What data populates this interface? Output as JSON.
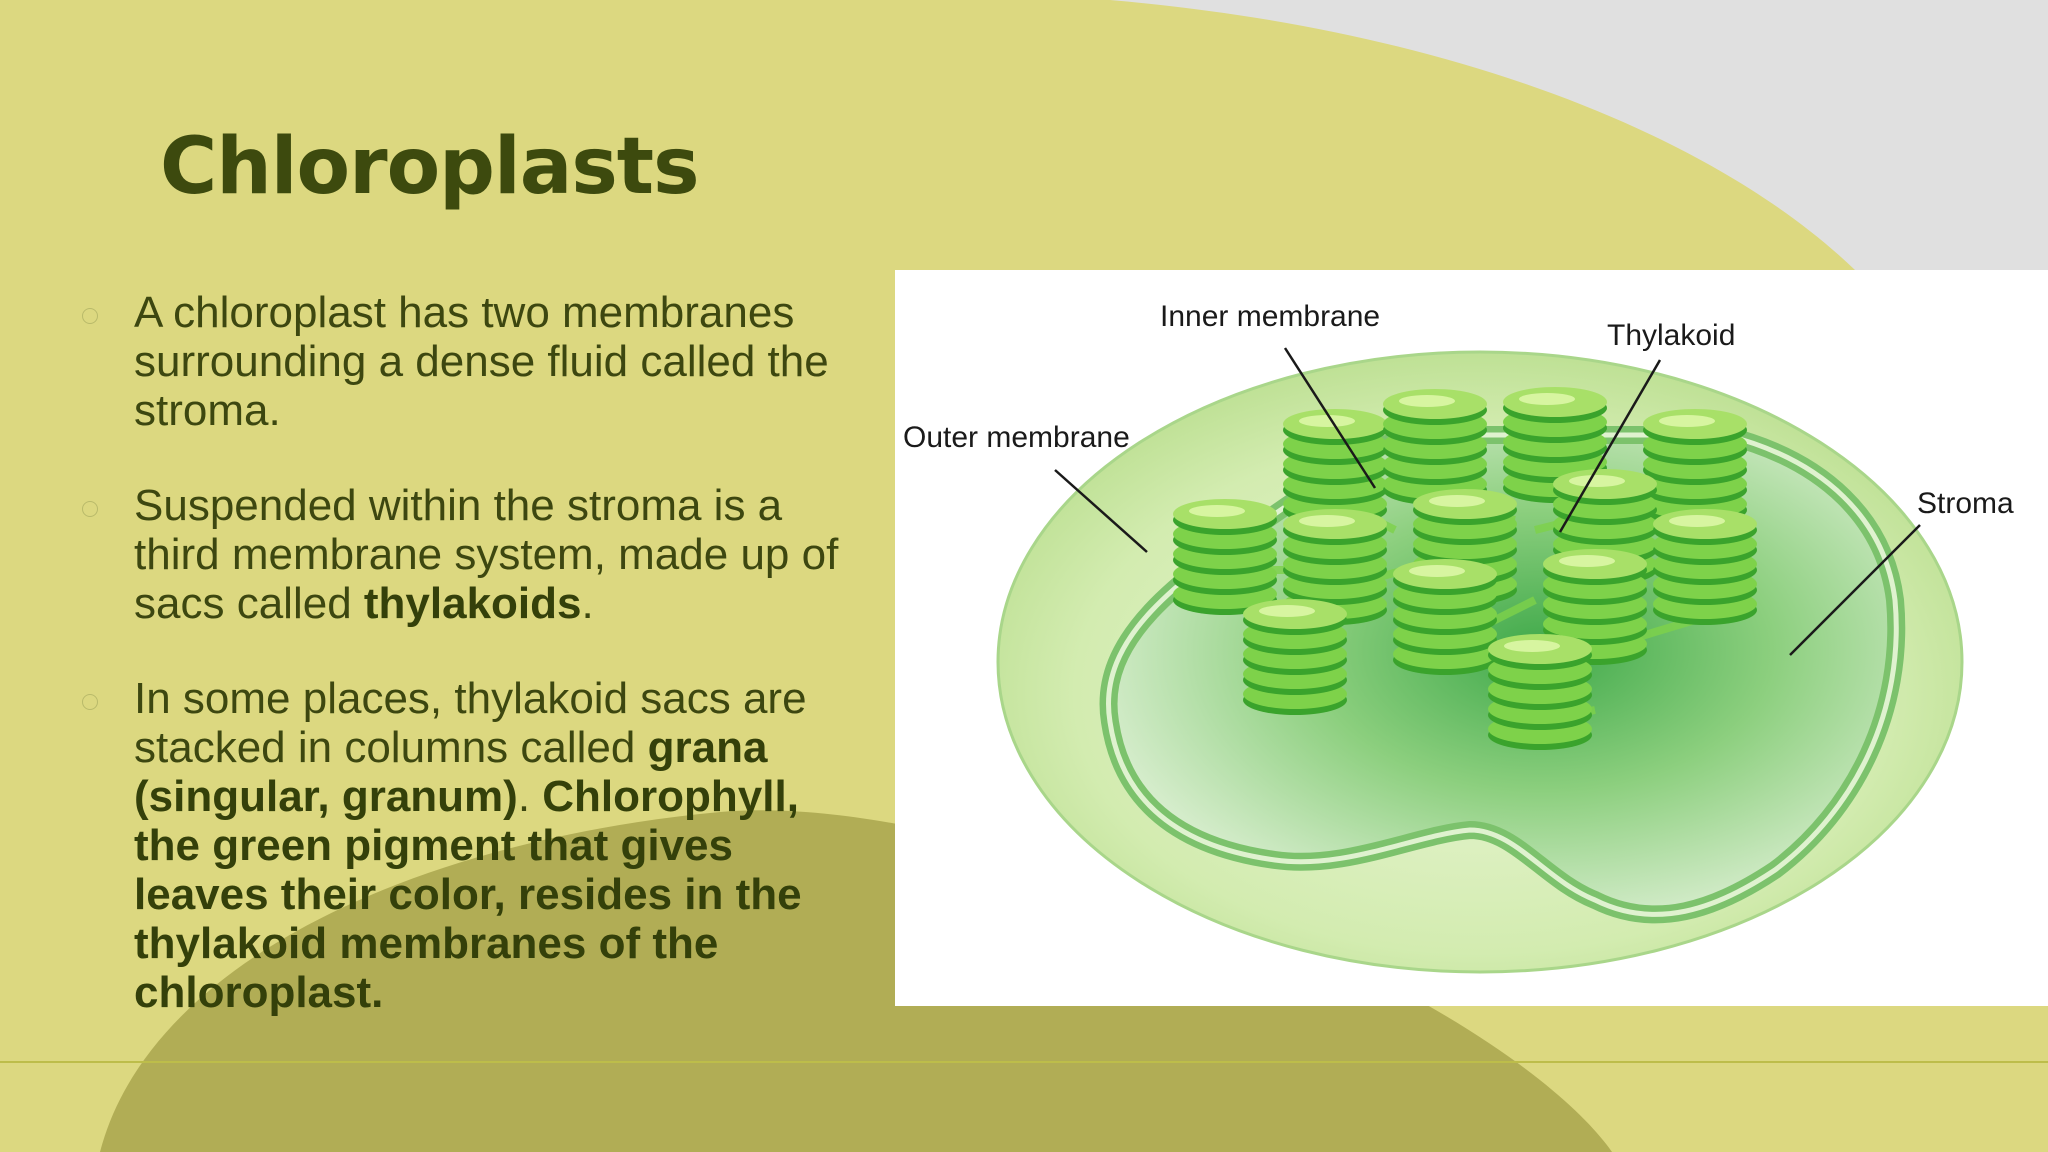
{
  "slide": {
    "title": "Chloroplasts",
    "bullets": [
      {
        "parts": [
          {
            "text": "A chloroplast has two membranes surrounding a dense fluid called the stroma.",
            "bold": false
          }
        ]
      },
      {
        "parts": [
          {
            "text": "Suspended within the stroma is a third membrane system, made up of sacs called ",
            "bold": false
          },
          {
            "text": "thylakoids",
            "bold": true
          },
          {
            "text": ".",
            "bold": false
          }
        ]
      },
      {
        "parts": [
          {
            "text": "In some places, thylakoid sacs are stacked in columns called ",
            "bold": false
          },
          {
            "text": "grana (singular, granum)",
            "bold": true
          },
          {
            "text": ". ",
            "bold": false
          },
          {
            "text": "Chlorophyll, the green pigment that gives leaves their color, resides in the thylakoid membranes of the chloroplast.",
            "bold": true
          }
        ]
      }
    ]
  },
  "figure": {
    "labels": {
      "inner_membrane": "Inner membrane",
      "thylakoid": "Thylakoid",
      "outer_membrane": "Outer membrane",
      "stroma": "Stroma"
    }
  },
  "colors": {
    "background": "#dcd880",
    "dark_olive_blob": "#b1ad55",
    "grey_corner": "#e0e0e0",
    "title_text": "#3d4a0e",
    "body_text": "#3d4710",
    "chloroplast_green": "#5ec23a"
  }
}
